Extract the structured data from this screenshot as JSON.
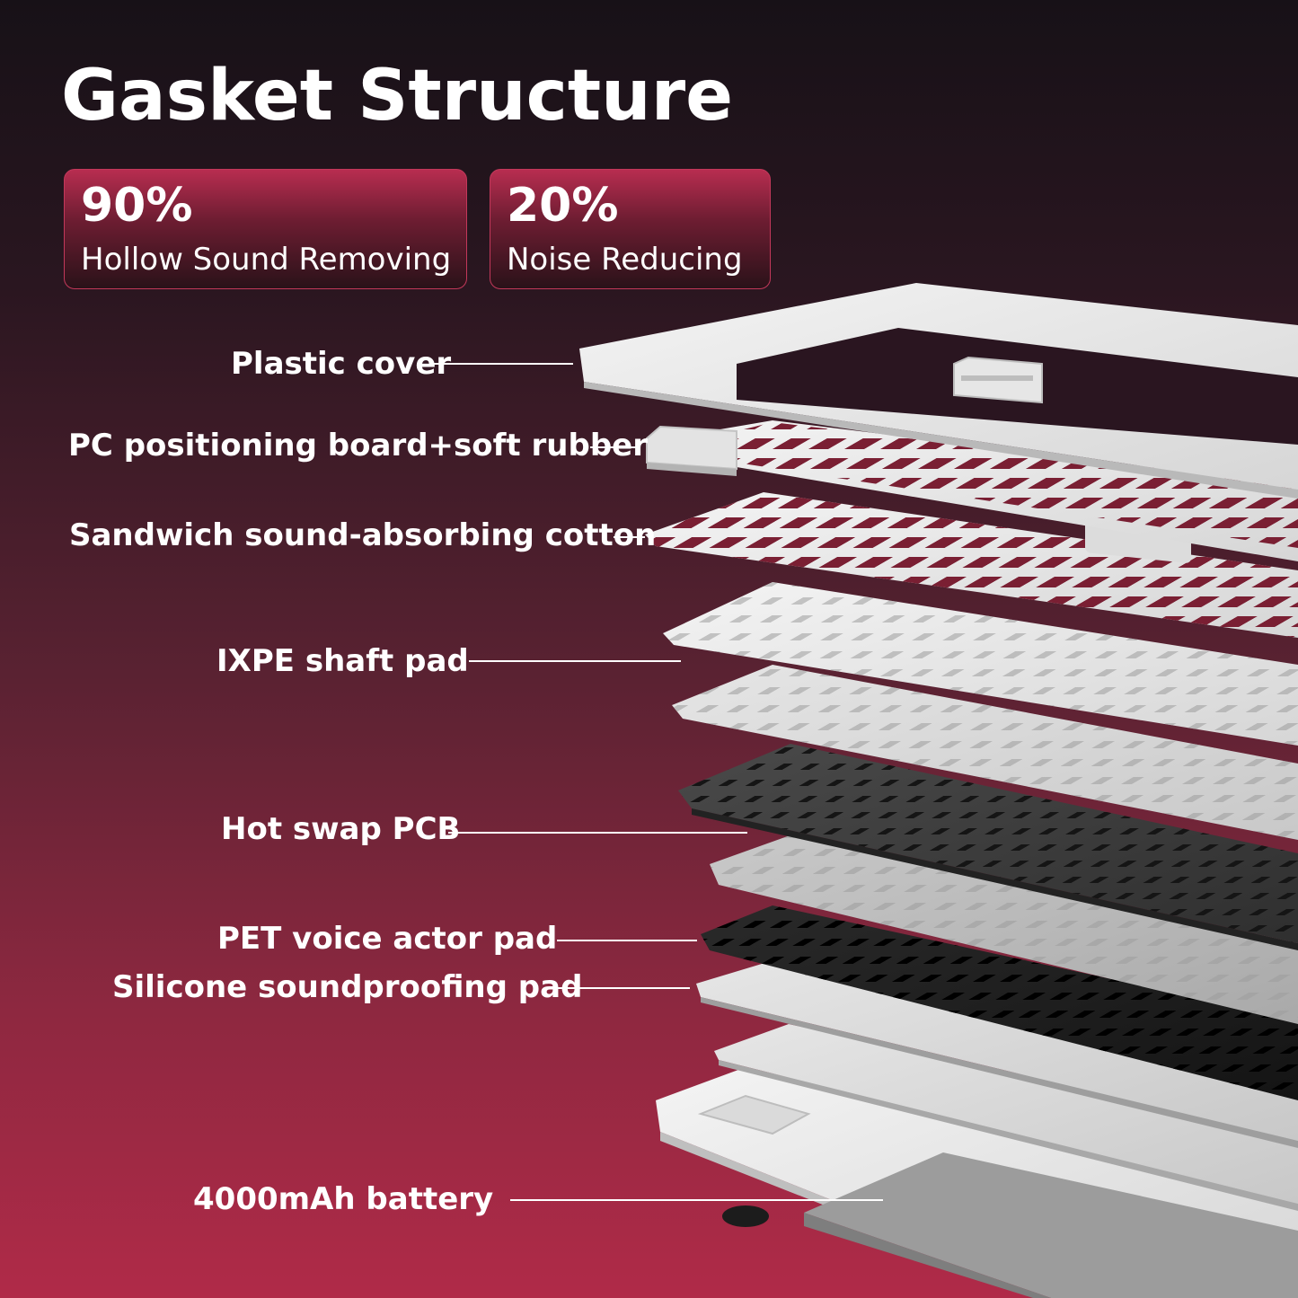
{
  "page": {
    "title": "Gasket Structure",
    "accent_color": "#b82d50"
  },
  "stats": [
    {
      "value": "90%",
      "label": "Hollow Sound Removing"
    },
    {
      "value": "20%",
      "label": "Noise Reducing"
    }
  ],
  "layers": [
    "Plastic cover",
    "PC positioning board+soft rubber",
    "Sandwich sound-absorbing cotton",
    "IXPE shaft pad",
    "Hot swap PCB",
    "PET voice actor pad",
    "Silicone soundproofing pad",
    "4000mAh battery"
  ]
}
